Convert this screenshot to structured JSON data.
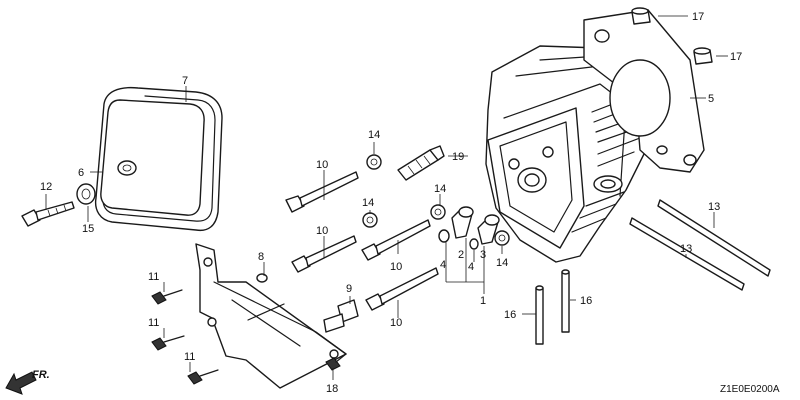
{
  "diagram_code": "Z1E0E0200A",
  "front_arrow_label": "FR.",
  "callouts": [
    "17",
    "17",
    "5",
    "7",
    "14",
    "19",
    "10",
    "6",
    "12",
    "15",
    "14",
    "10",
    "14",
    "8",
    "11",
    "11",
    "11",
    "9",
    "10",
    "4",
    "2",
    "3",
    "4",
    "14",
    "1",
    "13",
    "13",
    "16",
    "16",
    "18",
    "10"
  ]
}
